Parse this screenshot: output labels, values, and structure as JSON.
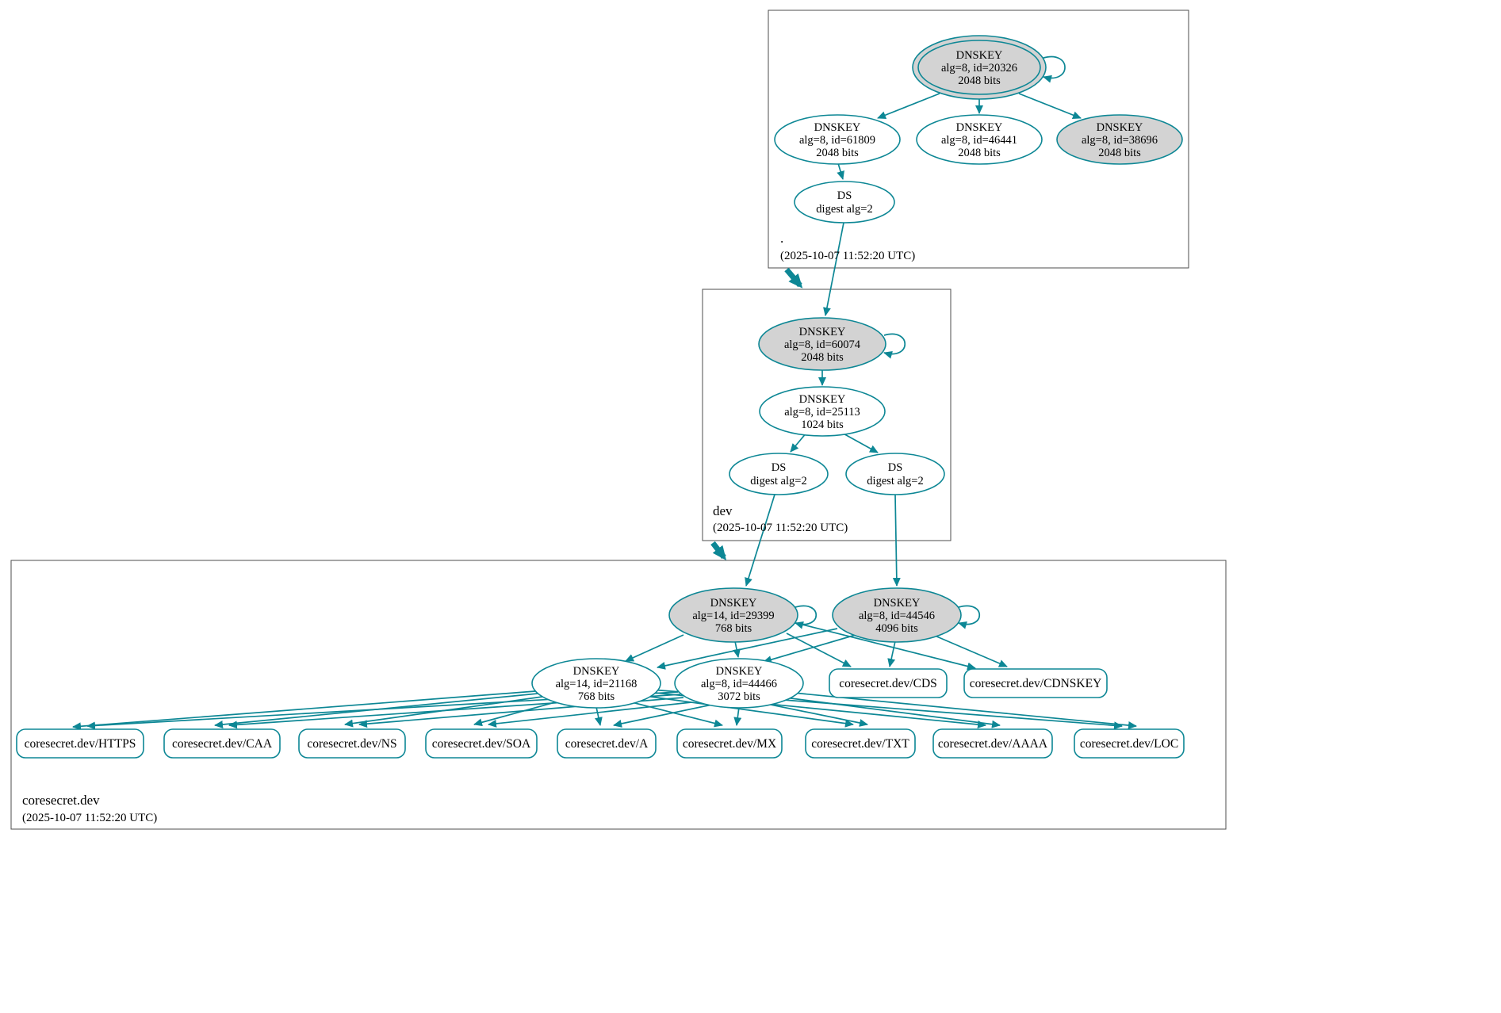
{
  "colors": {
    "edge_teal": "#0d8795",
    "ksk_fill_gray": "#d3d3d3",
    "node_fill_white": "#ffffff",
    "zone_box_border": "#4d4d4d"
  },
  "root_zone": {
    "name": ".",
    "timestamp": "(2025-10-07 11:52:20 UTC)",
    "ksk_20326": {
      "title": "DNSKEY",
      "meta": "alg=8, id=20326",
      "bits": "2048 bits"
    },
    "key_61809": {
      "title": "DNSKEY",
      "meta": "alg=8, id=61809",
      "bits": "2048 bits"
    },
    "key_46441": {
      "title": "DNSKEY",
      "meta": "alg=8, id=46441",
      "bits": "2048 bits"
    },
    "key_38696": {
      "title": "DNSKEY",
      "meta": "alg=8, id=38696",
      "bits": "2048 bits"
    },
    "ds": {
      "title": "DS",
      "meta": "digest alg=2"
    }
  },
  "dev_zone": {
    "name": "dev",
    "timestamp": "(2025-10-07 11:52:20 UTC)",
    "ksk_60074": {
      "title": "DNSKEY",
      "meta": "alg=8, id=60074",
      "bits": "2048 bits"
    },
    "key_25113": {
      "title": "DNSKEY",
      "meta": "alg=8, id=25113",
      "bits": "1024 bits"
    },
    "ds_left": {
      "title": "DS",
      "meta": "digest alg=2"
    },
    "ds_right": {
      "title": "DS",
      "meta": "digest alg=2"
    }
  },
  "coresecret_zone": {
    "name": "coresecret.dev",
    "timestamp": "(2025-10-07 11:52:20 UTC)",
    "ksk_29399": {
      "title": "DNSKEY",
      "meta": "alg=14, id=29399",
      "bits": "768 bits"
    },
    "ksk_44546": {
      "title": "DNSKEY",
      "meta": "alg=8, id=44546",
      "bits": "4096 bits"
    },
    "zsk_21168": {
      "title": "DNSKEY",
      "meta": "alg=14, id=21168",
      "bits": "768 bits"
    },
    "zsk_44466": {
      "title": "DNSKEY",
      "meta": "alg=8, id=44466",
      "bits": "3072 bits"
    },
    "cds_label": "coresecret.dev/CDS",
    "cdnskey_label": "coresecret.dev/CDNSKEY",
    "rrsets": [
      "coresecret.dev/HTTPS",
      "coresecret.dev/CAA",
      "coresecret.dev/NS",
      "coresecret.dev/SOA",
      "coresecret.dev/A",
      "coresecret.dev/MX",
      "coresecret.dev/TXT",
      "coresecret.dev/AAAA",
      "coresecret.dev/LOC"
    ]
  }
}
